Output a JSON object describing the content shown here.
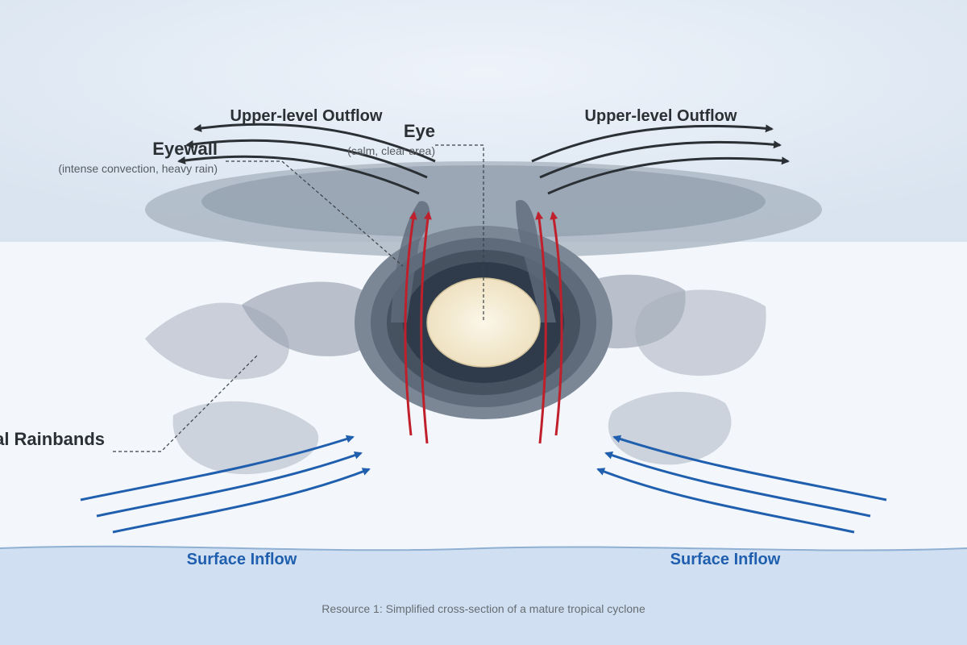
{
  "labels": {
    "outflow_left": "Upper-level Outflow",
    "outflow_right": "Upper-level Outflow",
    "eye_title": "Eye",
    "eye_sub": "(calm, clear area)",
    "eyewall_title": "Eyewall",
    "eyewall_sub": "(intense convection, heavy rain)",
    "rainbands": "al Rainbands",
    "inflow_left": "Surface Inflow",
    "inflow_right": "Surface Inflow"
  },
  "caption": "Resource 1: Simplified cross-section of a mature tropical cyclone",
  "colors": {
    "outflow_arrows": "#2b3035",
    "updraft_arrows": "#c0202b",
    "inflow_arrows": "#1f5fae",
    "eye": "#f5ecd3",
    "ocean": "#d0e0f2",
    "cloud": "#9aa6b3"
  }
}
